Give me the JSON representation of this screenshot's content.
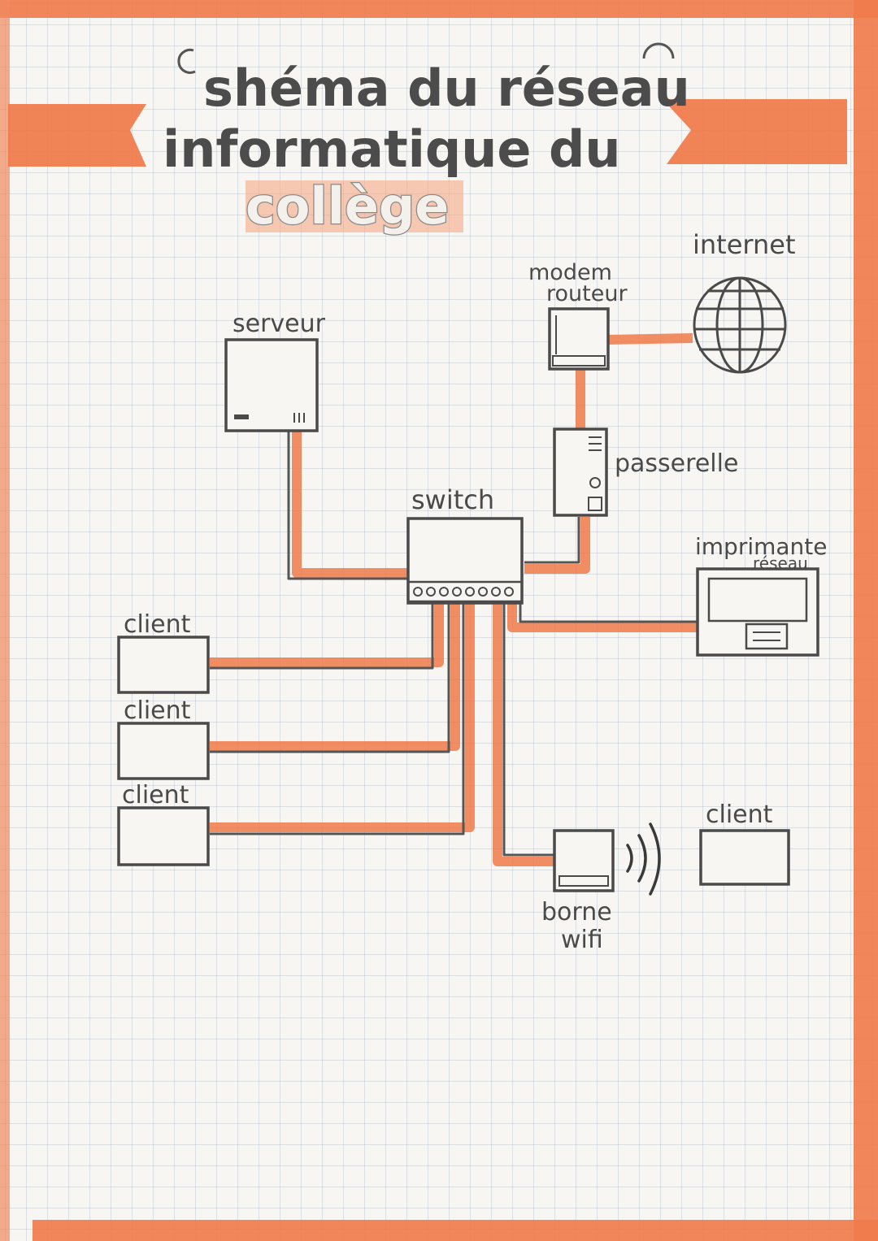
{
  "title": {
    "line1": "shéma du réseau",
    "line2": "informatique du",
    "line3": "collège"
  },
  "labels": {
    "serveur": "serveur",
    "modem": "modem",
    "routeur": "routeur",
    "internet": "internet",
    "passerelle": "passerelle",
    "switch": "switch",
    "imprimante": "imprimante",
    "reseau": "réseau",
    "client1": "client",
    "client2": "client",
    "client3": "client",
    "client4": "client",
    "borne": "borne",
    "wifi": "wifi"
  },
  "colors": {
    "accent": "#f07a4a",
    "accent_light": "#f6a27e",
    "ink": "#4a4a4a",
    "grid": "#b9c3d2"
  }
}
